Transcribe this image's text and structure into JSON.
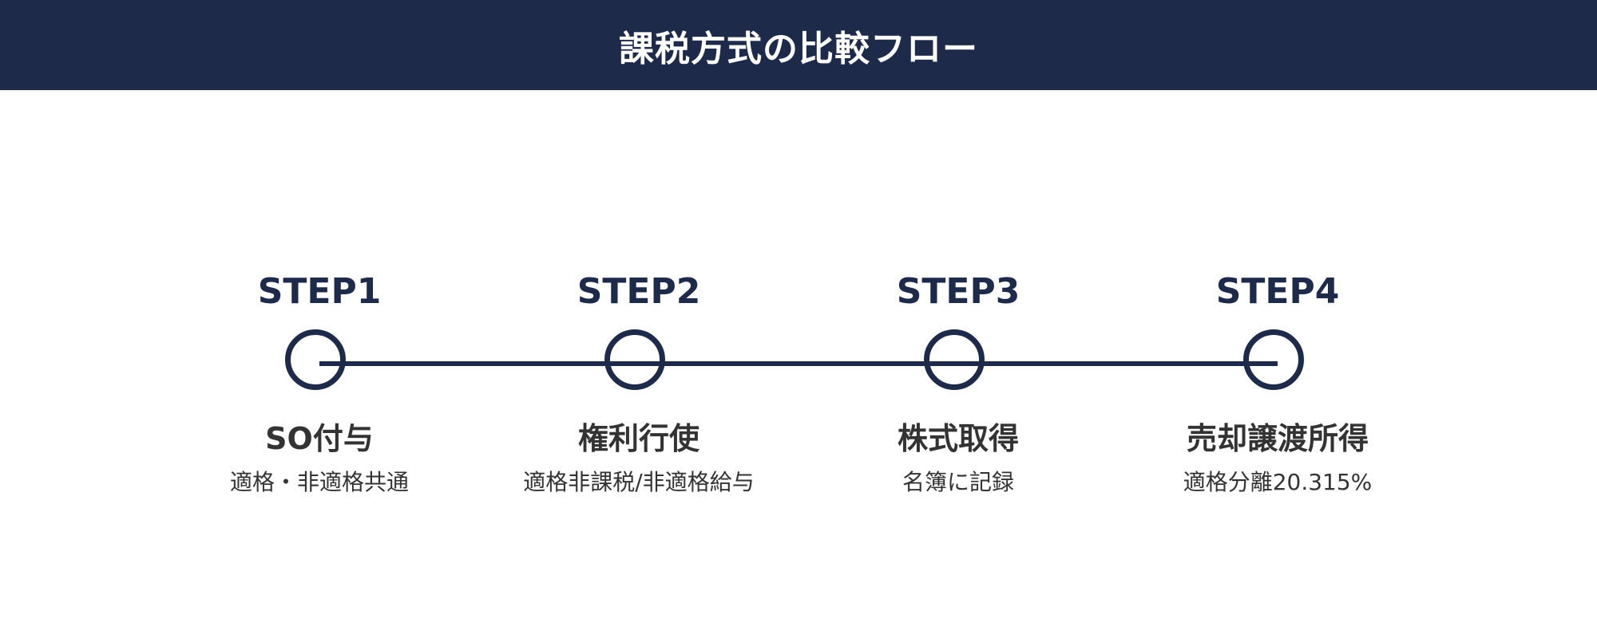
{
  "header": {
    "title": "課税方式の比較フロー"
  },
  "colors": {
    "header_bg": "#1e2a4a",
    "step_accent": "#1e2a4a",
    "text": "#333333"
  },
  "steps": [
    {
      "label": "STEP1",
      "title": "SO付与",
      "description": "適格・非適格共通"
    },
    {
      "label": "STEP2",
      "title": "権利行使",
      "description": "適格非課税/非適格給与"
    },
    {
      "label": "STEP3",
      "title": "株式取得",
      "description": "名簿に記録"
    },
    {
      "label": "STEP4",
      "title": "売却譲渡所得",
      "description": "適格分離20.315%"
    }
  ]
}
